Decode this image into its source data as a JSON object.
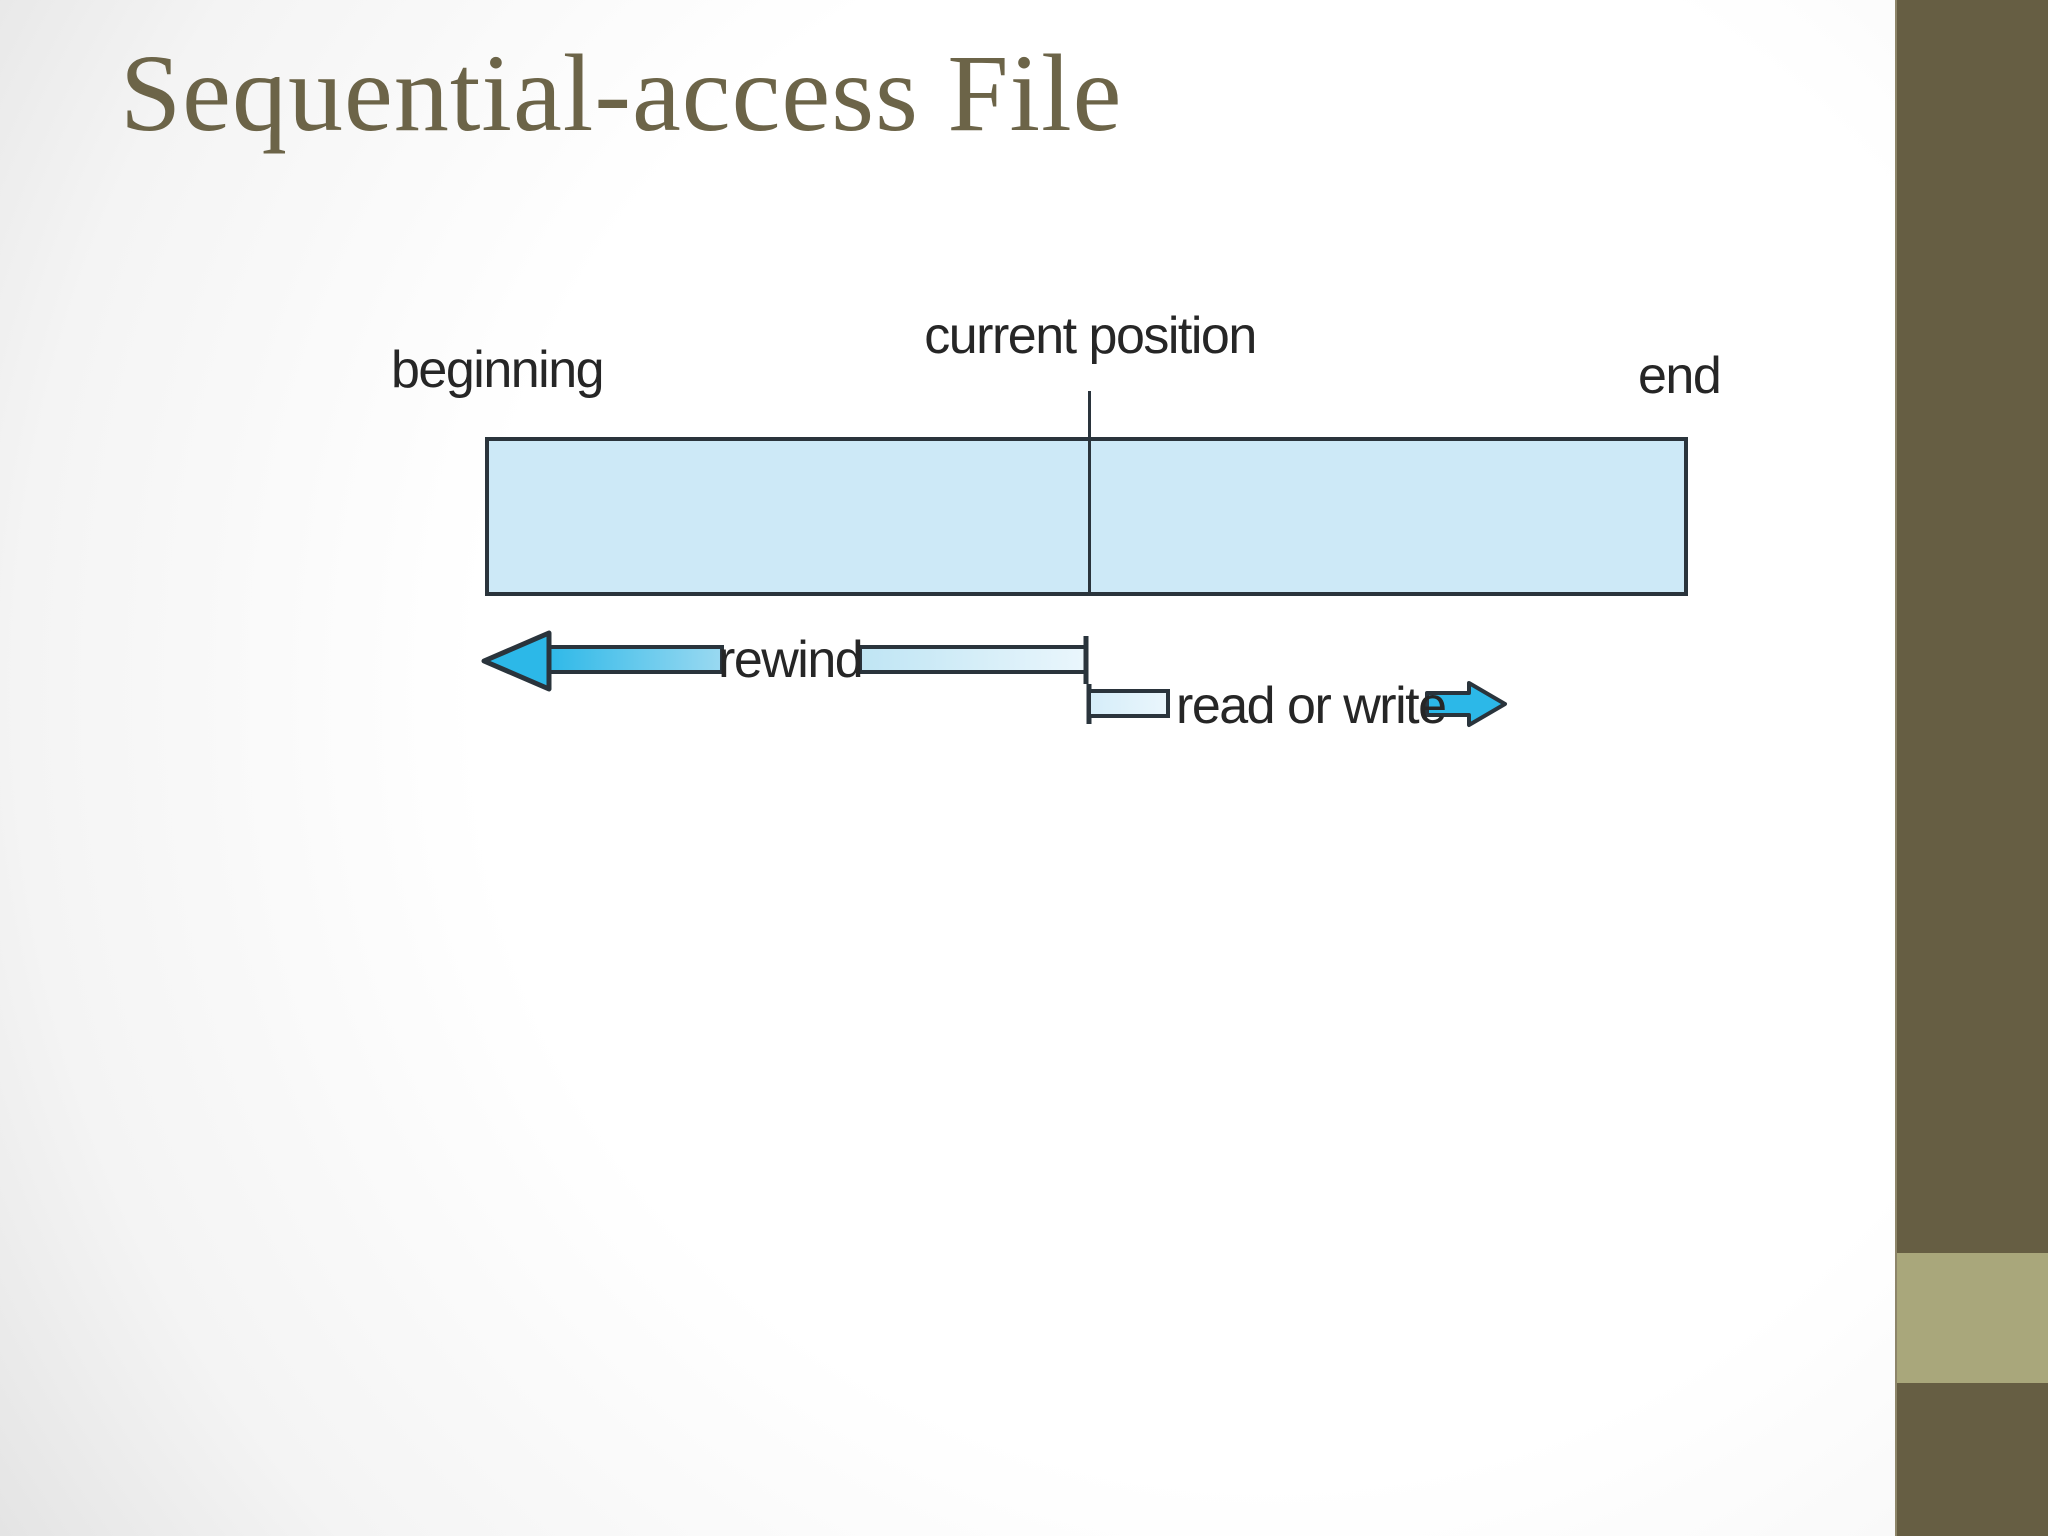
{
  "slide": {
    "title": "Sequential-access File",
    "colors": {
      "title": "#6c6448",
      "sidebar_dark": "#665e43",
      "sidebar_light": "#a9a77b",
      "file_fill": "#cde9f7",
      "arrow_cyan": "#2cb8e8",
      "arrow_light": "#eaf6fc",
      "outline": "#2a343c",
      "label": "#262626"
    }
  },
  "diagram": {
    "beginning_label": "beginning",
    "current_position_label": "current position",
    "end_label": "end",
    "rewind_label": "rewind",
    "read_or_write_label": "read or write"
  }
}
